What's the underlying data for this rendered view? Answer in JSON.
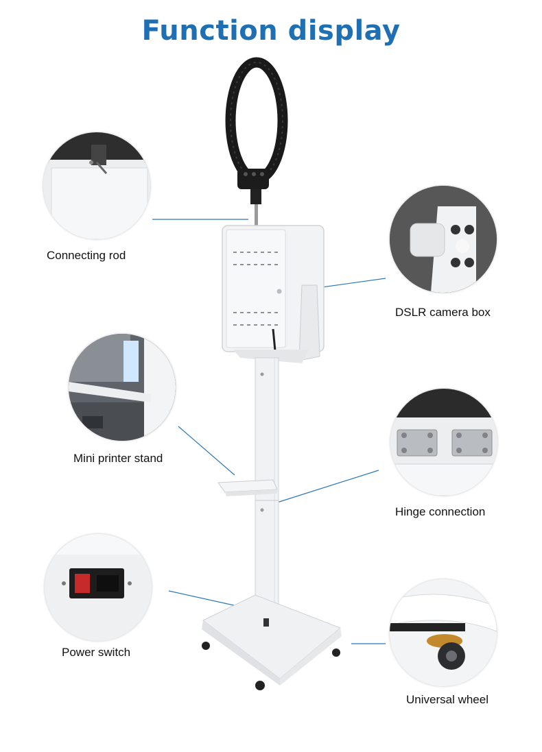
{
  "title": "Function display",
  "colors": {
    "title": "#1f6fb3",
    "callout_line": "#2a78b8",
    "product_body": "#f2f3f5",
    "ring_light": "#1a1a1a"
  },
  "callouts": [
    {
      "id": "connecting-rod",
      "label": "Connecting rod"
    },
    {
      "id": "dslr-camera-box",
      "label": "DSLR camera box"
    },
    {
      "id": "mini-printer-stand",
      "label": "Mini printer stand"
    },
    {
      "id": "hinge-connection",
      "label": "Hinge connection"
    },
    {
      "id": "power-switch",
      "label": "Power switch"
    },
    {
      "id": "universal-wheel",
      "label": "Universal wheel"
    }
  ]
}
